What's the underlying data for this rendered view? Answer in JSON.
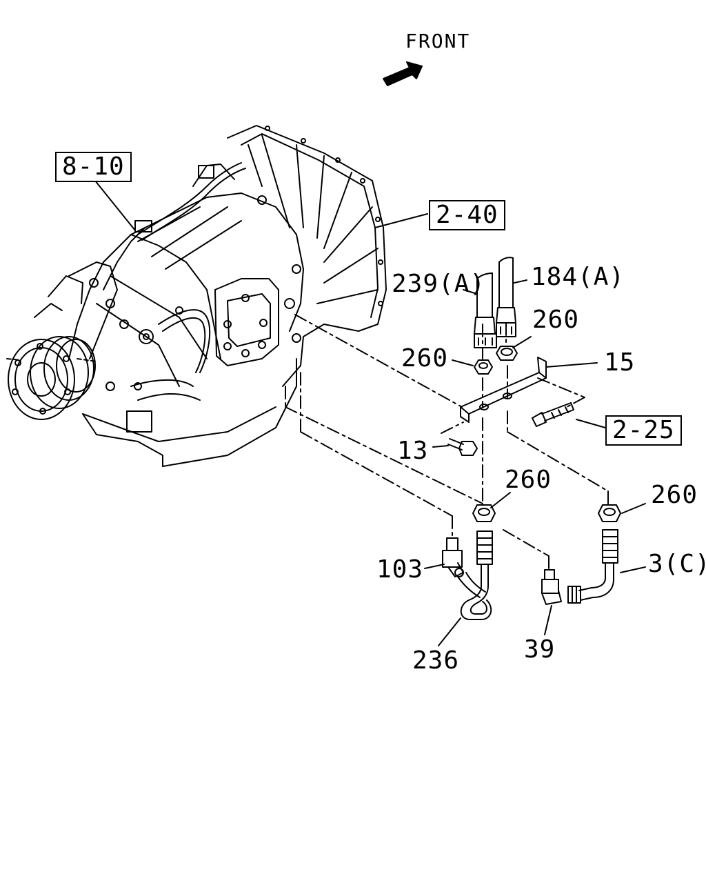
{
  "front_label": "FRONT",
  "refs": {
    "r_8_10": "8-10",
    "r_2_40": "2-40",
    "r_2_25": "2-25"
  },
  "parts": {
    "p239a": "239(A)",
    "p184a": "184(A)",
    "p260_upper_right": "260",
    "p260_upper_left": "260",
    "p15": "15",
    "p13": "13",
    "p260_mid": "260",
    "p260_right": "260",
    "p103": "103",
    "p3c": "3(C)",
    "p236": "236",
    "p39": "39"
  },
  "icons": {
    "front_arrow": "front-arrow-icon",
    "transmission": "transmission-icon"
  },
  "colors": {
    "line": "#000000",
    "background": "#ffffff"
  }
}
